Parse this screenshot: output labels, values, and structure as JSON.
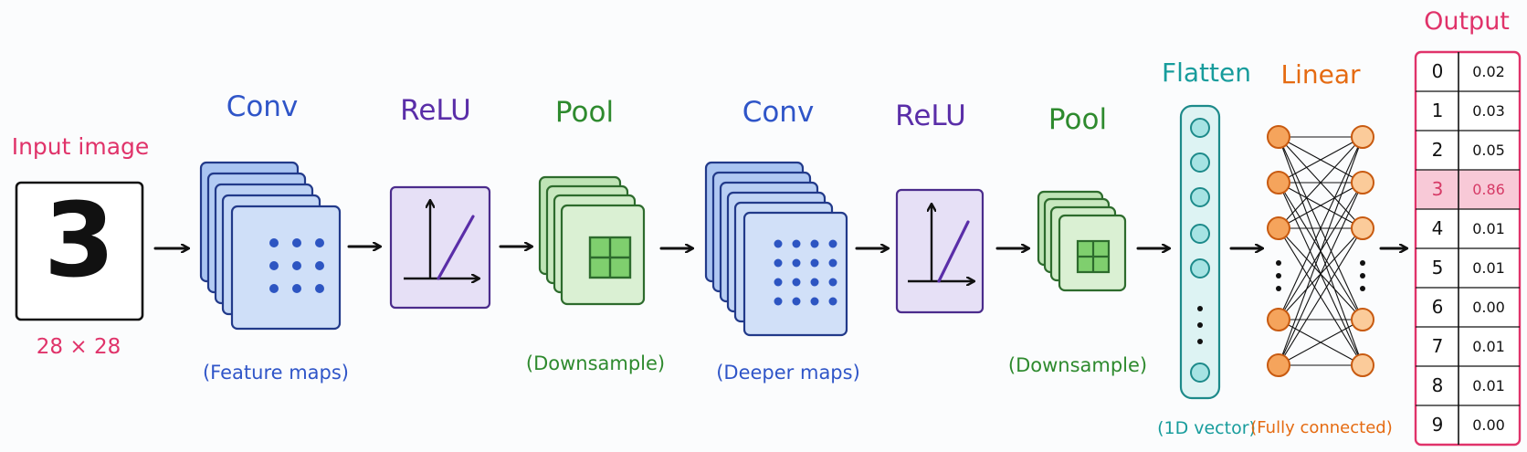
{
  "colors": {
    "input": "#e0336a",
    "conv": "#2f55c8",
    "relu": "#5a2ea8",
    "pool": "#2e8a2e",
    "flatten": "#179c9c",
    "linear": "#e56b12",
    "output": "#e0336a"
  },
  "input": {
    "title": "Input image",
    "digit": "3",
    "size": "28 × 28"
  },
  "stages": [
    {
      "title": "Conv",
      "subtitle": "(Feature maps)"
    },
    {
      "title": "ReLU",
      "subtitle": ""
    },
    {
      "title": "Pool",
      "subtitle": "(Downsample)"
    },
    {
      "title": "Conv",
      "subtitle": "(Deeper maps)"
    },
    {
      "title": "ReLU",
      "subtitle": ""
    },
    {
      "title": "Pool",
      "subtitle": "(Downsample)"
    }
  ],
  "flatten": {
    "title": "Flatten",
    "subtitle": "(1D vector)"
  },
  "linear": {
    "title": "Linear",
    "subtitle": "(Fully connected)"
  },
  "output": {
    "title": "Output",
    "highlight_class": "3",
    "rows": [
      {
        "class": "0",
        "prob": "0.02"
      },
      {
        "class": "1",
        "prob": "0.03"
      },
      {
        "class": "2",
        "prob": "0.05"
      },
      {
        "class": "3",
        "prob": "0.86"
      },
      {
        "class": "4",
        "prob": "0.01"
      },
      {
        "class": "5",
        "prob": "0.01"
      },
      {
        "class": "6",
        "prob": "0.00"
      },
      {
        "class": "7",
        "prob": "0.01"
      },
      {
        "class": "8",
        "prob": "0.01"
      },
      {
        "class": "9",
        "prob": "0.00"
      }
    ]
  }
}
